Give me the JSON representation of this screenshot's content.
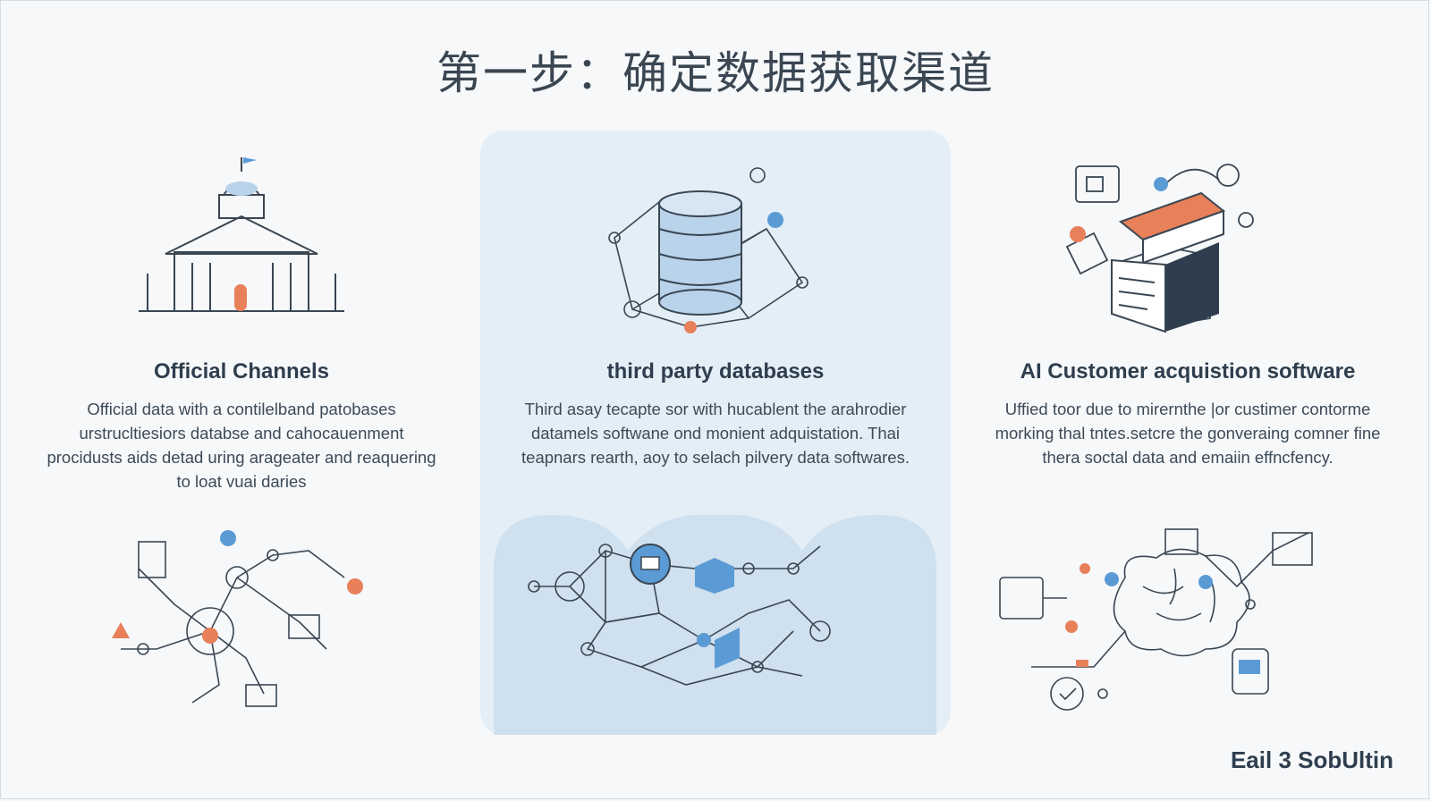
{
  "title": "第一步：确定数据获取渠道",
  "columns": [
    {
      "heading": "Official Channels",
      "description": "Official data with a contilelband patobases urstrucltiesiors databse and cahocauenment procidusts aids detad uring arageater and reaquering to loat vuai daries",
      "hero_icon": "government-building-icon",
      "illustration_icon": "network-nodes-icon"
    },
    {
      "heading": "third party databases",
      "description": "Third asay tecapte sor with hucablent the arahrodier datamels softwane ond monient adquistation. Thai teapnars rearth, aoy to selach pilvery data softwares.",
      "hero_icon": "database-cylinder-icon",
      "illustration_icon": "connected-network-icon"
    },
    {
      "heading": "AI Customer acquistion software",
      "description": "Uffied toor due to mirernthe |or custimer contorme morking thal tntes.setcre the gonveraing comner fine thera soctal data and emaiin effncfency.",
      "hero_icon": "software-box-icon",
      "illustration_icon": "ai-brain-network-icon"
    }
  ],
  "footer": "Eail 3 SobUltin",
  "colors": {
    "background": "#f6f8fa",
    "highlight_panel": "#e3eef7",
    "accent_blue": "#5b9bd5",
    "accent_orange": "#e8805a",
    "ink": "#2f3e4e"
  }
}
